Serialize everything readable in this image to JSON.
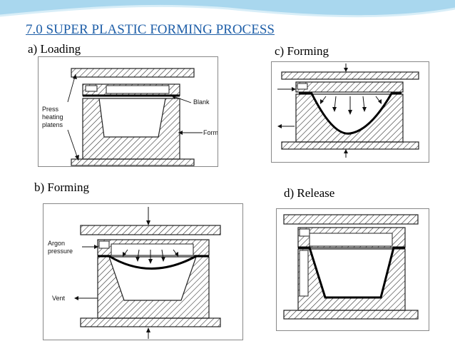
{
  "slide": {
    "title": "7.0 SUPER PLASTIC FORMING PROCESS",
    "accent_color": "#1f5fa8",
    "header_color": "#a9d7ee"
  },
  "panels": {
    "a": {
      "caption": "a)  Loading",
      "labels": {
        "press_1": "Press",
        "press_2": "heating",
        "press_3": "platens",
        "blank": "Blank",
        "form_die": "Form die"
      }
    },
    "b": {
      "caption": "b)  Forming",
      "labels": {
        "argon_1": "Argon",
        "argon_2": "pressure",
        "vent": "Vent"
      }
    },
    "c": {
      "caption": "c)  Forming"
    },
    "d": {
      "caption": "d)  Release"
    }
  }
}
